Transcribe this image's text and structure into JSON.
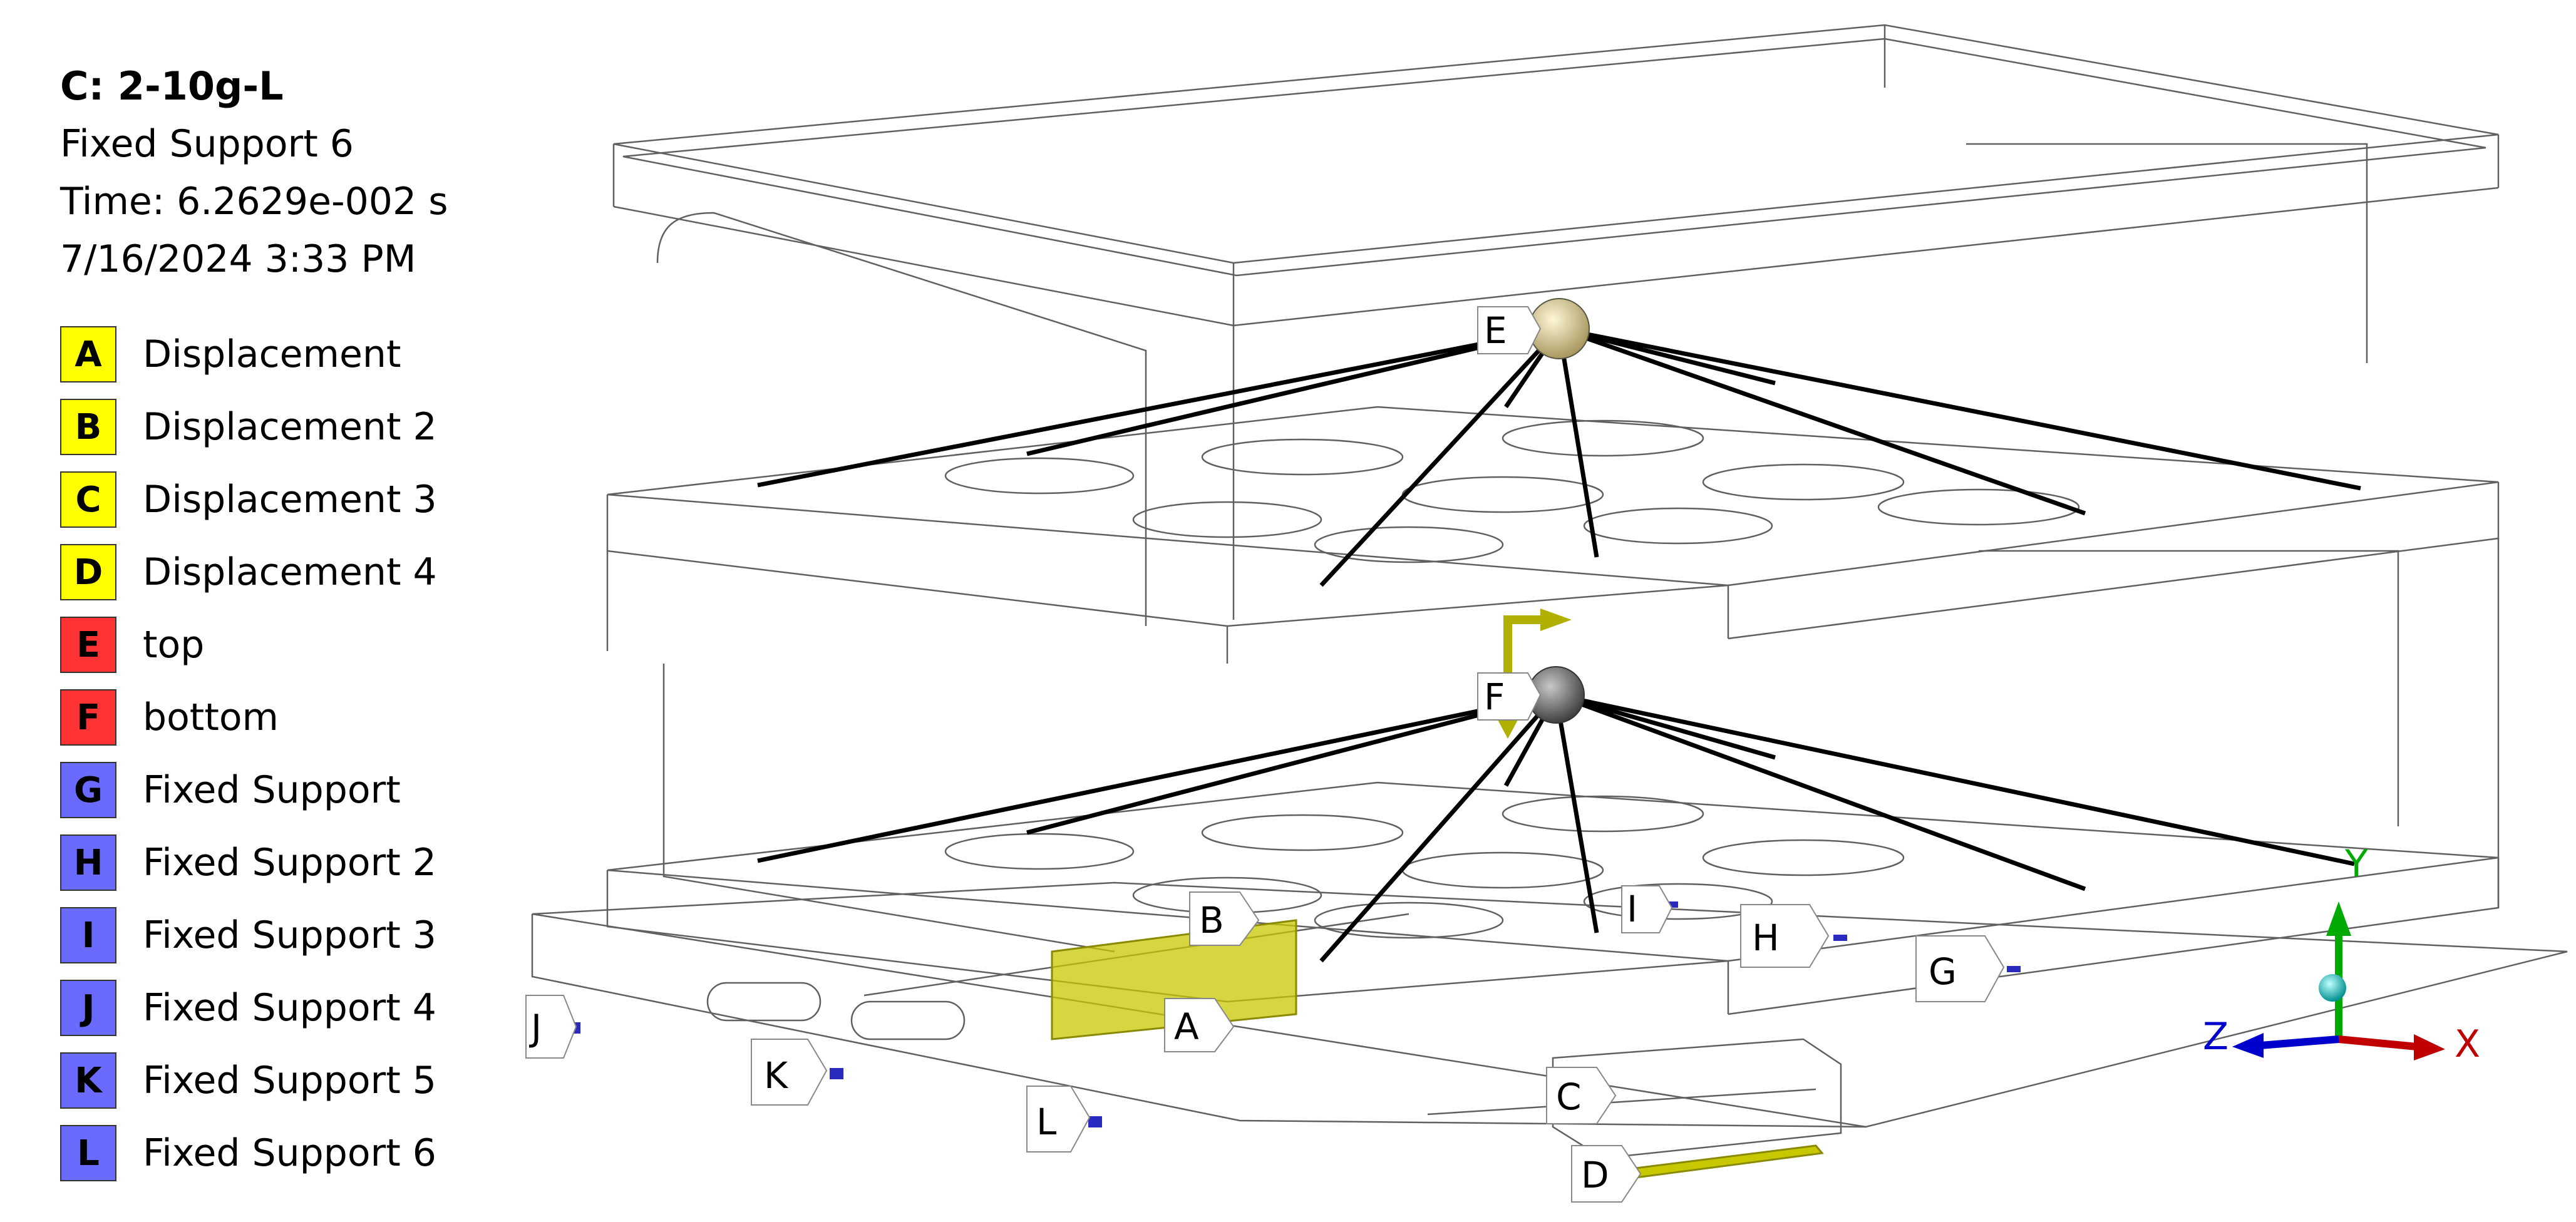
{
  "header": {
    "title": "C: 2-10g-L",
    "selected": "Fixed Support 6",
    "time": "Time: 6.2629e-002 s",
    "date": "7/16/2024 3:33 PM"
  },
  "colors": {
    "displacement": "#ffff00",
    "remote_point": "#ff3333",
    "fixed_support": "#6a6aff"
  },
  "legend": [
    {
      "letter": "A",
      "label": "Displacement",
      "color": "#ffff00"
    },
    {
      "letter": "B",
      "label": "Displacement 2",
      "color": "#ffff00"
    },
    {
      "letter": "C",
      "label": "Displacement 3",
      "color": "#ffff00"
    },
    {
      "letter": "D",
      "label": "Displacement 4",
      "color": "#ffff00"
    },
    {
      "letter": "E",
      "label": "top",
      "color": "#ff3333"
    },
    {
      "letter": "F",
      "label": "bottom",
      "color": "#ff3333"
    },
    {
      "letter": "G",
      "label": "Fixed Support",
      "color": "#6a6aff"
    },
    {
      "letter": "H",
      "label": "Fixed Support 2",
      "color": "#6a6aff"
    },
    {
      "letter": "I",
      "label": "Fixed Support 3",
      "color": "#6a6aff"
    },
    {
      "letter": "J",
      "label": "Fixed Support 4",
      "color": "#6a6aff"
    },
    {
      "letter": "K",
      "label": "Fixed Support 5",
      "color": "#6a6aff"
    },
    {
      "letter": "L",
      "label": "Fixed Support 6",
      "color": "#6a6aff"
    }
  ],
  "callouts": {
    "A": "A",
    "B": "B",
    "C": "C",
    "D": "D",
    "E": "E",
    "F": "F",
    "G": "G",
    "H": "H",
    "I": "I",
    "J": "J",
    "K": "K",
    "L": "L"
  },
  "triad": {
    "x": "X",
    "y": "Y",
    "z": "Z"
  }
}
